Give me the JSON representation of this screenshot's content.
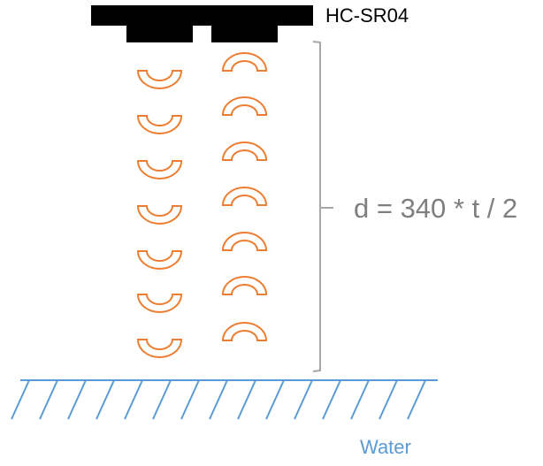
{
  "sensor": {
    "label": "HC-SR04",
    "color": "#000000"
  },
  "formula": {
    "text": "d = 340 * t / 2",
    "color": "#7f7f7f"
  },
  "surface": {
    "label": "Water",
    "color": "#5b9bd5"
  },
  "waves": {
    "color": "#ed7d31",
    "echo_count": 7,
    "emitted_count": 7
  },
  "bracket": {
    "color": "#a6a6a6"
  }
}
